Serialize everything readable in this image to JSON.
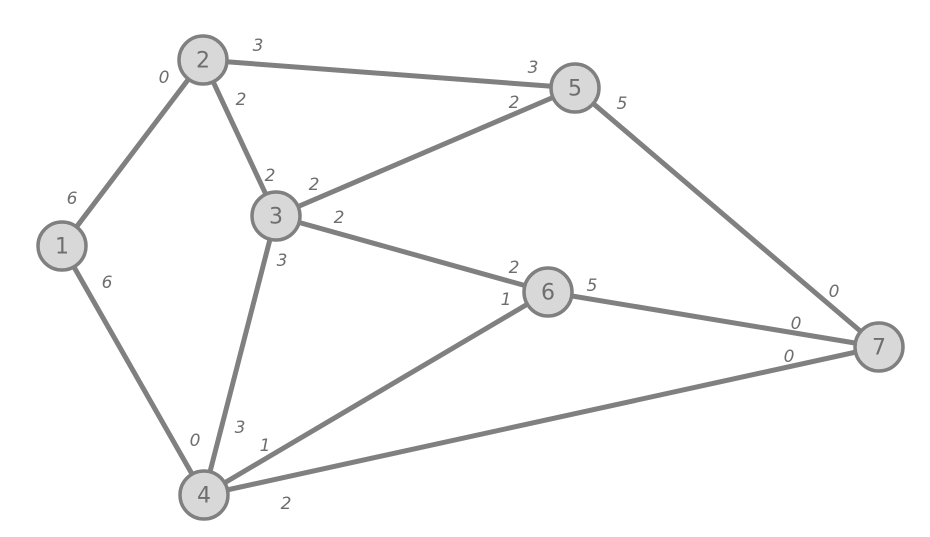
{
  "graph": {
    "nodes": [
      {
        "id": "1",
        "label": "1"
      },
      {
        "id": "2",
        "label": "2"
      },
      {
        "id": "3",
        "label": "3"
      },
      {
        "id": "4",
        "label": "4"
      },
      {
        "id": "5",
        "label": "5"
      },
      {
        "id": "6",
        "label": "6"
      },
      {
        "id": "7",
        "label": "7"
      }
    ],
    "edges": [
      {
        "from": "1",
        "to": "2",
        "weight_from": "6",
        "weight_to": "0"
      },
      {
        "from": "1",
        "to": "4",
        "weight_from": "6",
        "weight_to": "0"
      },
      {
        "from": "2",
        "to": "5",
        "weight_from": "3",
        "weight_to": "3"
      },
      {
        "from": "2",
        "to": "3",
        "weight_from": "2",
        "weight_to": "2"
      },
      {
        "from": "3",
        "to": "5",
        "weight_from": "2",
        "weight_to": "2"
      },
      {
        "from": "3",
        "to": "6",
        "weight_from": "2",
        "weight_to": "2"
      },
      {
        "from": "3",
        "to": "4",
        "weight_from": "3",
        "weight_to": "3"
      },
      {
        "from": "4",
        "to": "6",
        "weight_from": "1",
        "weight_to": "1"
      },
      {
        "from": "4",
        "to": "7",
        "weight_from": "2",
        "weight_to": "0"
      },
      {
        "from": "5",
        "to": "7",
        "weight_from": "5",
        "weight_to": "0"
      },
      {
        "from": "6",
        "to": "7",
        "weight_from": "5",
        "weight_to": "0"
      }
    ],
    "colors": {
      "node_fill": "#d8d8d8",
      "stroke": "#808080",
      "text": "#6e6e6e"
    }
  }
}
